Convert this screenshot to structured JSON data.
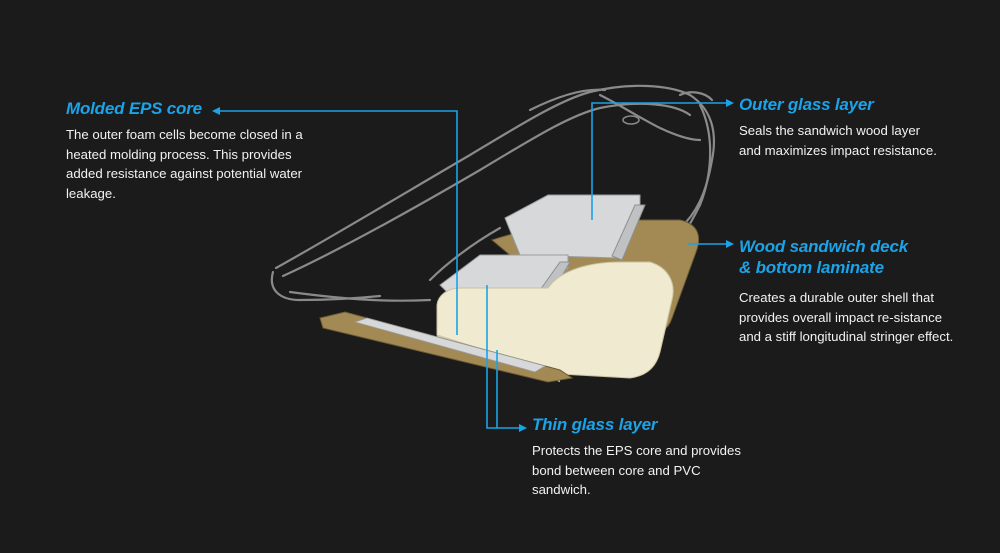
{
  "colors": {
    "background": "#1b1b1b",
    "accent": "#1aa3e8",
    "body_text": "#f2f2f2",
    "sketch": "#8a8a8a",
    "foam": "#efead0",
    "wood": "#a38a55",
    "glass": "#d6d8da"
  },
  "callouts": {
    "eps": {
      "title": "Molded EPS core",
      "body": "The outer foam cells become closed in a heated molding process.  This provides added resistance against potential water leakage."
    },
    "outer_glass": {
      "title": "Outer glass layer",
      "body": "Seals the sandwich wood layer and maximizes impact resistance."
    },
    "wood": {
      "title_line1": "Wood sandwich deck",
      "title_line2": "& bottom laminate",
      "body": "Creates a durable outer shell that provides overall impact re-sistance and a stiff longitudinal stringer effect."
    },
    "thin_glass": {
      "title": "Thin glass layer",
      "body": "Protects the EPS core and provides bond between core and PVC sandwich."
    }
  }
}
